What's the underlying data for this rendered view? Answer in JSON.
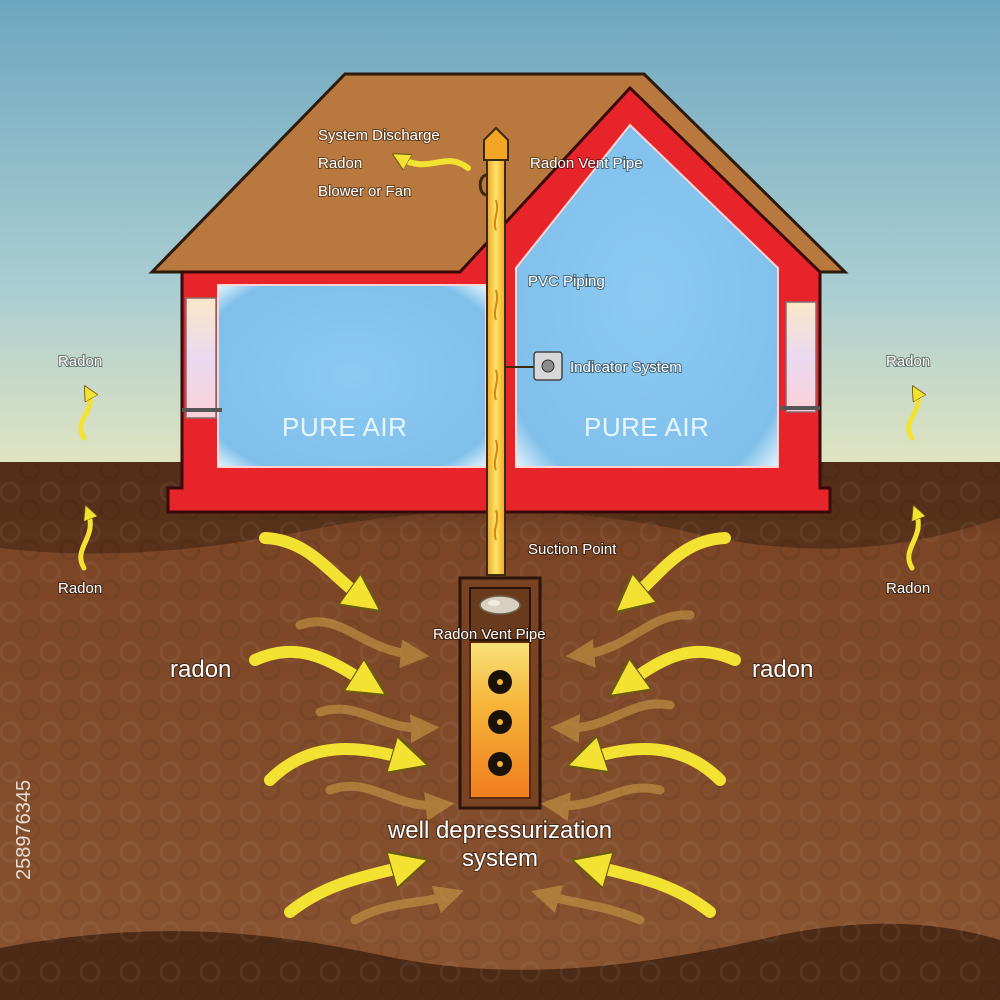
{
  "labels": {
    "system_discharge": "System Discharge",
    "radon_top": "Radon",
    "blower_or_fan": "Blower or Fan",
    "radon_vent_pipe_top": "Radon Vent Pipe",
    "pvc_piping": "PVC Piping",
    "indicator_system": "Indicator System",
    "pure_air_left": "PURE AIR",
    "pure_air_right": "PURE AIR",
    "suction_point": "Suction Point",
    "radon_vent_pipe_lower": "Radon Vent Pipe",
    "radon_left_upper": "Radon",
    "radon_left_lower": "Radon",
    "radon_right_upper": "Radon",
    "radon_right_lower": "Radon",
    "radon_left_big": "radon",
    "radon_right_big": "radon",
    "well_line1": "well depressurization",
    "well_line2": "system"
  },
  "watermark": {
    "stock_id": "258976345"
  },
  "colors": {
    "sky_top": "#6fa9c0",
    "sky_bottom": "#f1e9b8",
    "soil": "#7a4424",
    "soil_dark": "#4e2a16",
    "roof": "#b8783e",
    "wall": "#e8242b",
    "interior": "#86c4ee",
    "arrow": "#f4e232",
    "pipe": "#f4b430"
  },
  "icons": {
    "radiation": "radiation-icon",
    "indicator": "indicator-icon",
    "suction": "suction-point-icon"
  }
}
